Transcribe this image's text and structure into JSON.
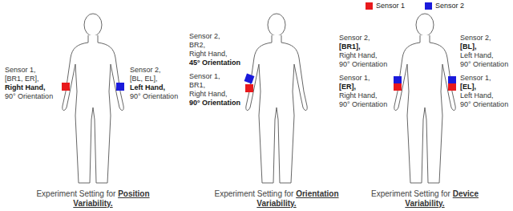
{
  "diagram": {
    "labels": [
      "Sensor 1,",
      "[BR1, ER],",
      "Right Hand,",
      "90° Orientation",
      "Sensor 2,",
      "[BL, EL],",
      "Left Hand,",
      "90° Orientation",
      "Sensor 2,",
      "BR2,",
      "Right Hand,",
      "45° Orientation",
      "Sensor 1,",
      "BR1,",
      "Right Hand,",
      "90° Orientation",
      "Sensor 2,",
      "[BR1],",
      "Right Hand,",
      "90° Orientation",
      "Sensor 1,",
      "[ER],",
      "Right Hand,",
      "90° Orientation",
      "Sensor 2,",
      "[BL],",
      "Left Hand,",
      "90° Orientation",
      "Sensor 1,",
      "[EL],",
      "Left Hand,",
      "90° Orientation",
      "Experiment Setting for",
      "Position",
      "Variability.",
      "Experiment Setting for",
      "Orientation",
      "Variability.",
      "Experiment Setting for",
      "Device",
      "Variability."
    ],
    "legend": [
      {
        "text": "Sensor 1",
        "color": "#e8191c"
      },
      {
        "text": "Sensor 2",
        "color": "#1a1adb"
      }
    ]
  }
}
